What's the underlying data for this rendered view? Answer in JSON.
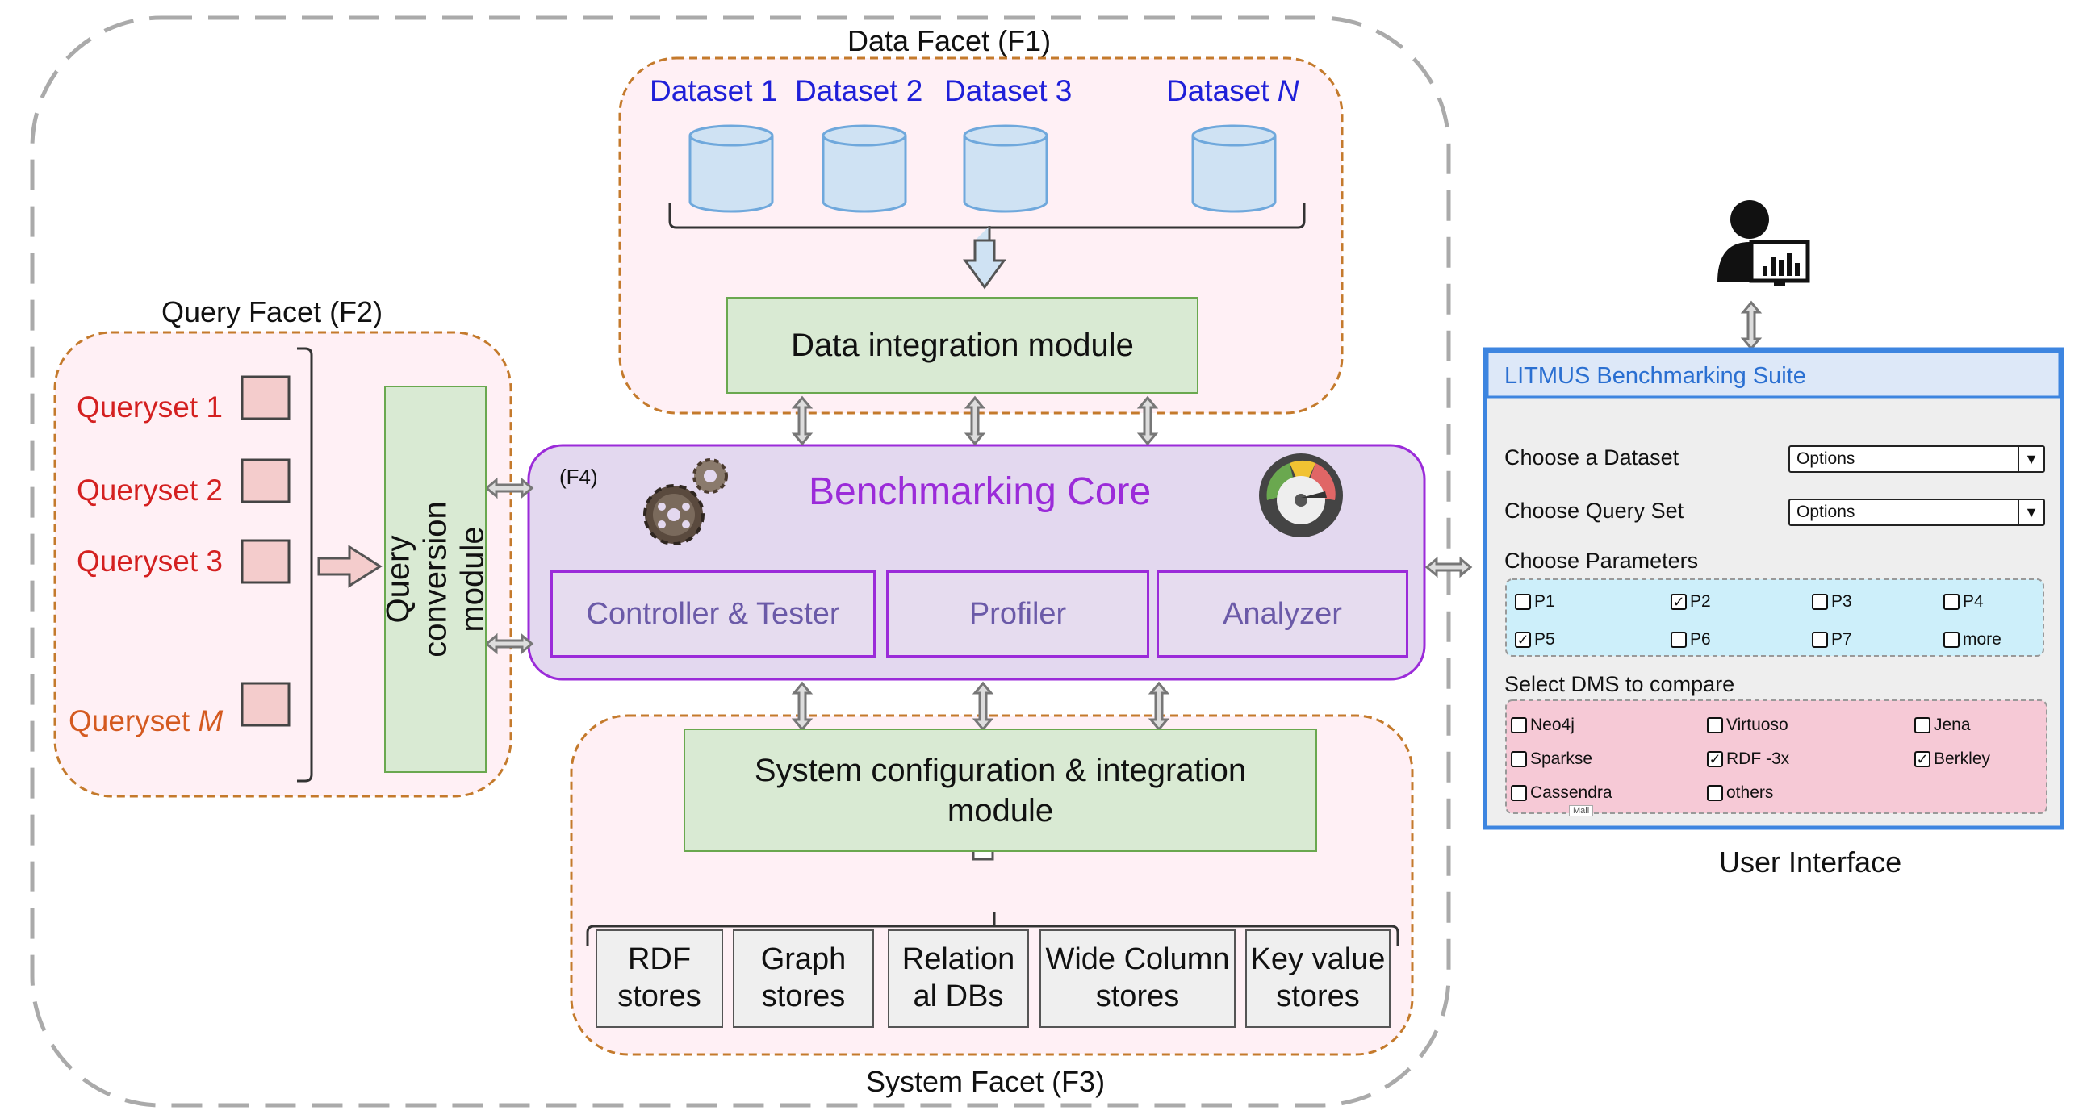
{
  "facets": {
    "data": "Data Facet (F1)",
    "query": "Query Facet (F2)",
    "system": "System Facet (F3)"
  },
  "datasets": [
    {
      "prefix": "Dataset 1",
      "italic": ""
    },
    {
      "prefix": "Dataset 2",
      "italic": ""
    },
    {
      "prefix": "Dataset 3",
      "italic": ""
    },
    {
      "prefix": "Dataset ",
      "italic": "N"
    }
  ],
  "data_integration": "Data integration module",
  "querysets": [
    {
      "prefix": "Queryset 1",
      "italic": ""
    },
    {
      "prefix": "Queryset 2",
      "italic": ""
    },
    {
      "prefix": "Queryset 3",
      "italic": ""
    },
    {
      "prefix": "Queryset ",
      "italic": "M"
    }
  ],
  "query_conversion": "Query conversion module",
  "core": {
    "tag": "(F4)",
    "title": "Benchmarking Core",
    "modules": [
      "Controller & Tester",
      "Profiler",
      "Analyzer"
    ]
  },
  "system_config": {
    "line1": "System configuration & integration",
    "line2": "module"
  },
  "stores": [
    {
      "line1": "RDF",
      "line2": "stores"
    },
    {
      "line1": "Graph",
      "line2": "stores"
    },
    {
      "line1": "Relation",
      "line2": "al DBs"
    },
    {
      "line1": "Wide Column",
      "line2": "stores"
    },
    {
      "line1": "Key value",
      "line2": "stores"
    }
  ],
  "ui": {
    "title": "LITMUS Benchmarking Suite",
    "caption": "User Interface",
    "choose_dataset": "Choose a Dataset",
    "choose_query_set": "Choose Query Set",
    "choose_parameters": "Choose Parameters",
    "select_dms": "Select DMS to compare",
    "dataset_select_value": "Options",
    "queryset_select_value": "Options",
    "tooltip": "Mail",
    "parameters": [
      {
        "label": "P1",
        "checked": false
      },
      {
        "label": "P2",
        "checked": true
      },
      {
        "label": "P3",
        "checked": false
      },
      {
        "label": "P4",
        "checked": false
      },
      {
        "label": "P5",
        "checked": true
      },
      {
        "label": "P6",
        "checked": false
      },
      {
        "label": "P7",
        "checked": false
      },
      {
        "label": "more",
        "checked": false
      }
    ],
    "dms": [
      {
        "label": "Neo4j",
        "checked": false
      },
      {
        "label": "Virtuoso",
        "checked": false
      },
      {
        "label": "Jena",
        "checked": false
      },
      {
        "label": "Sparkse",
        "checked": false
      },
      {
        "label": "RDF -3x",
        "checked": true
      },
      {
        "label": "Berkley",
        "checked": true
      },
      {
        "label": "Cassendra",
        "checked": false
      },
      {
        "label": "others",
        "checked": false
      }
    ]
  },
  "colors": {
    "dataset_text": "#1f1fd8",
    "queryset_text": "#d42020",
    "core_title": "#9b2bd9",
    "module_fill": "#d9ead3",
    "facet_fill": "#fff0f5",
    "facet_border": "#c47a2c",
    "ui_border": "#3d85e0",
    "params_fill": "#cdeffa",
    "dms_fill": "#f6c9d6"
  }
}
